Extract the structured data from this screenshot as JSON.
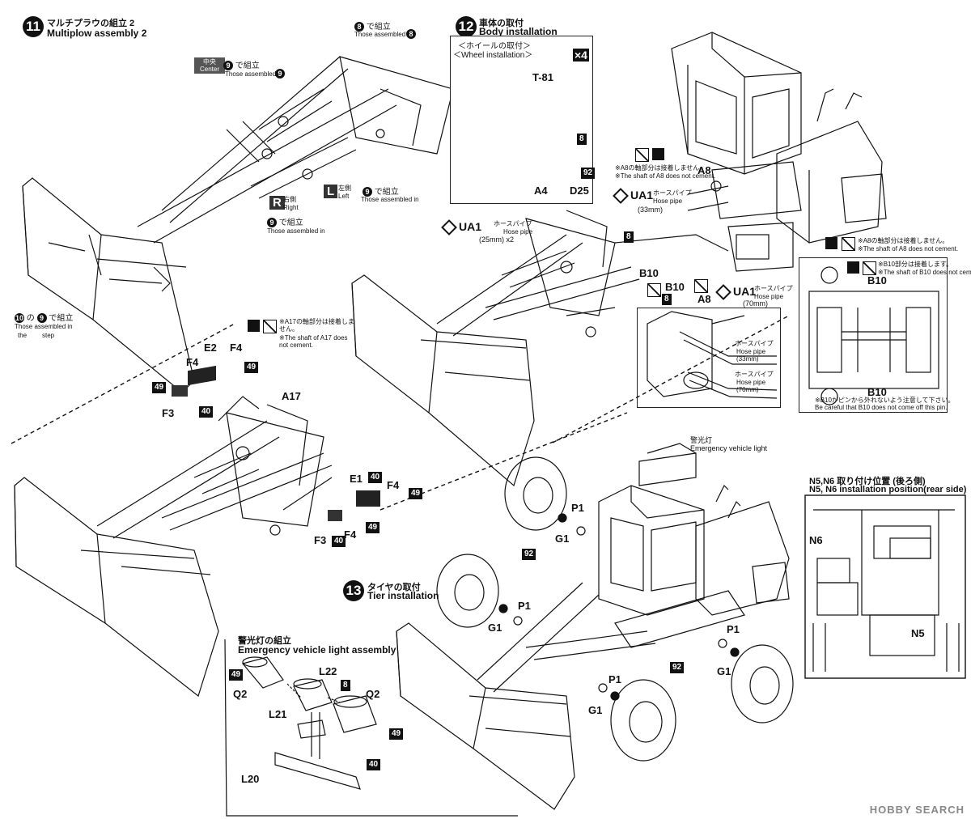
{
  "step11": {
    "num": "11",
    "title_jp": "マルチプラウの組立 2",
    "title_en": "Multiplow assembly 2",
    "center_badge_jp": "中央",
    "center_badge_en": "Center",
    "center_num": "9",
    "center_jp": "で組立",
    "center_en": "Those assembled in",
    "top_num": "8",
    "top_jp": "で組立",
    "top_en": "Those assembled in",
    "left_badge": "L",
    "left_jp": "左側",
    "left_en": "Left",
    "left_num": "9",
    "left_asm_jp": "で組立",
    "left_asm_en": "Those assembled in",
    "right_badge": "R",
    "right_jp": "右側",
    "right_en": "Right",
    "right_num": "9",
    "right_asm_jp": "で組立",
    "right_asm_en": "Those assembled in",
    "step10_a": "10",
    "step10_b": "9",
    "step10_jp": "の",
    "step10_jp2": "で組立",
    "step10_en1": "Those assembled in",
    "step10_en2": "the",
    "step10_en3": "step",
    "note_jp": "※A17の軸部分は接着しません。",
    "note_en": "※The shaft of A17 does not cement.",
    "parts": {
      "e2": "E2",
      "f4a": "F4",
      "f4b": "F4",
      "f4c": "F4",
      "f4d": "F4",
      "f3a": "F3",
      "f3b": "F3",
      "a17": "A17",
      "e1": "E1"
    },
    "paints": {
      "p49a": "49",
      "p49b": "49",
      "p49c": "49",
      "p49d": "49",
      "p40a": "40",
      "p40b": "40",
      "p40c": "40"
    }
  },
  "step12": {
    "num": "12",
    "title_jp": "車体の取付",
    "title_en": "Body installation",
    "wheel_jp": "＜ホイールの取付＞",
    "wheel_en": "＜Wheel installation＞",
    "x4": "×4",
    "t81": "T-81",
    "a4": "A4",
    "d25": "D25",
    "paint8": "8",
    "paint92": "92",
    "ua1_left": "UA1",
    "ua1_left_jp": "ホースパイプ",
    "ua1_left_en": "Hose pipe",
    "ua1_left_len": "(25mm) x2",
    "ua1_top": "UA1",
    "ua1_top_jp": "ホースパイプ",
    "ua1_top_en": "Hose pipe",
    "ua1_top_len": "(33mm)",
    "ua1_bot": "UA1",
    "ua1_bot_jp": "ホースパイプ",
    "ua1_bot_en": "Hose pipe",
    "ua1_bot_len": "(70mm)",
    "a8_top": "A8",
    "a8_bot": "A8",
    "a8_note_jp": "※A8の軸部分は接着しません。",
    "a8_note_en": "※The shaft of A8 does not cement.",
    "a8_note2_jp": "※A8の軸部分は接着しません。",
    "a8_note2_en": "※The shaft of A8 does not cement.",
    "b10a": "B10",
    "b10b": "B10",
    "b10c": "B10",
    "b10d": "B10",
    "paint8b": "8",
    "paint8c": "8",
    "b10_note_jp": "※B10部分は接着します。",
    "b10_note_en": "※The shaft of B10 does not cement.",
    "b10_bottom_jp": "※B10がピンから外れないよう注意して下さい。",
    "b10_bottom_en": "Be careful that B10 does not come off this pin.",
    "detail_hose33_jp": "ホースパイプ",
    "detail_hose33_en": "Hose pipe",
    "detail_hose33_len": "(33mm)",
    "detail_hose70_jp": "ホースパイプ",
    "detail_hose70_en": "Hose pipe",
    "detail_hose70_len": "(70mm)"
  },
  "step13": {
    "num": "13",
    "title_jp": "タイヤの取付",
    "title_en": "Tier installation",
    "light_jp": "警光灯",
    "light_en": "Emergency vehicle light",
    "p1a": "P1",
    "p1b": "P1",
    "p1c": "P1",
    "p1d": "P1",
    "g1a": "G1",
    "g1b": "G1",
    "g1c": "G1",
    "g1d": "G1",
    "paint92a": "92",
    "paint92b": "92",
    "n5n6_jp": "N5,N6 取り付け位置 (後ろ側)",
    "n5n6_en": "N5, N6 installation position(rear side)",
    "n6": "N6",
    "n5": "N5"
  },
  "light_assembly": {
    "title_jp": "警光灯の組立",
    "title_en": "Emergency vehicle light assembly",
    "q2a": "Q2",
    "q2b": "Q2",
    "l22": "L22",
    "l21": "L21",
    "l20": "L20",
    "p49a": "49",
    "p49b": "49",
    "p8": "8",
    "p40": "40"
  },
  "watermark": "HOBBY SEARCH"
}
